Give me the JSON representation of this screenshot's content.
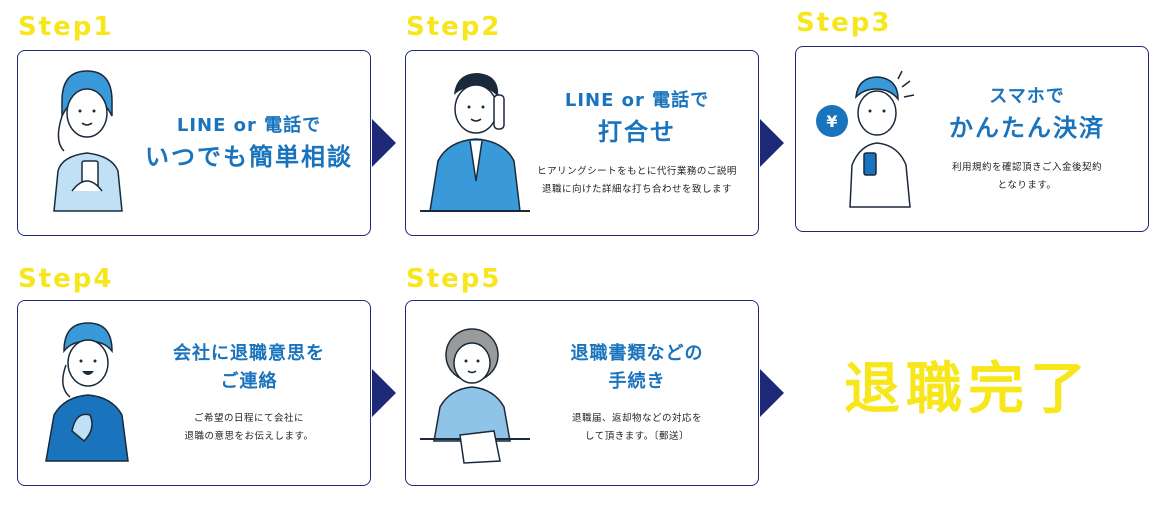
{
  "steps": [
    {
      "label": "Step1",
      "line1": "LINE or 電話で",
      "line2": "いつでも簡単相談",
      "desc1": "",
      "desc2": ""
    },
    {
      "label": "Step2",
      "line1": "LINE or 電話で",
      "line2": "打合せ",
      "desc1": "ヒアリングシートをもとに代行業務のご説明",
      "desc2": "退職に向けた詳細な打ち合わせを致します"
    },
    {
      "label": "Step3",
      "line1": "スマホで",
      "line2": "かんたん決済",
      "desc1": "利用規約を確認頂きご入金後契約",
      "desc2": "となります。"
    },
    {
      "label": "Step4",
      "line1": "会社に退職意思を",
      "line2": "ご連絡",
      "desc1": "ご希望の日程にて会社に",
      "desc2": "退職の意思をお伝えします。"
    },
    {
      "label": "Step5",
      "line1": "退職書類などの",
      "line2": "手続き",
      "desc1": "退職届、返却物などの対応を",
      "desc2": "して頂きます。〔郵送〕"
    }
  ],
  "completion": "退職完了",
  "yen_symbol": "¥",
  "colors": {
    "accent_yellow": "#f7e61a",
    "blue": "#1a74bd",
    "navy": "#1e2a78",
    "light_blue": "#3a9ad9"
  }
}
